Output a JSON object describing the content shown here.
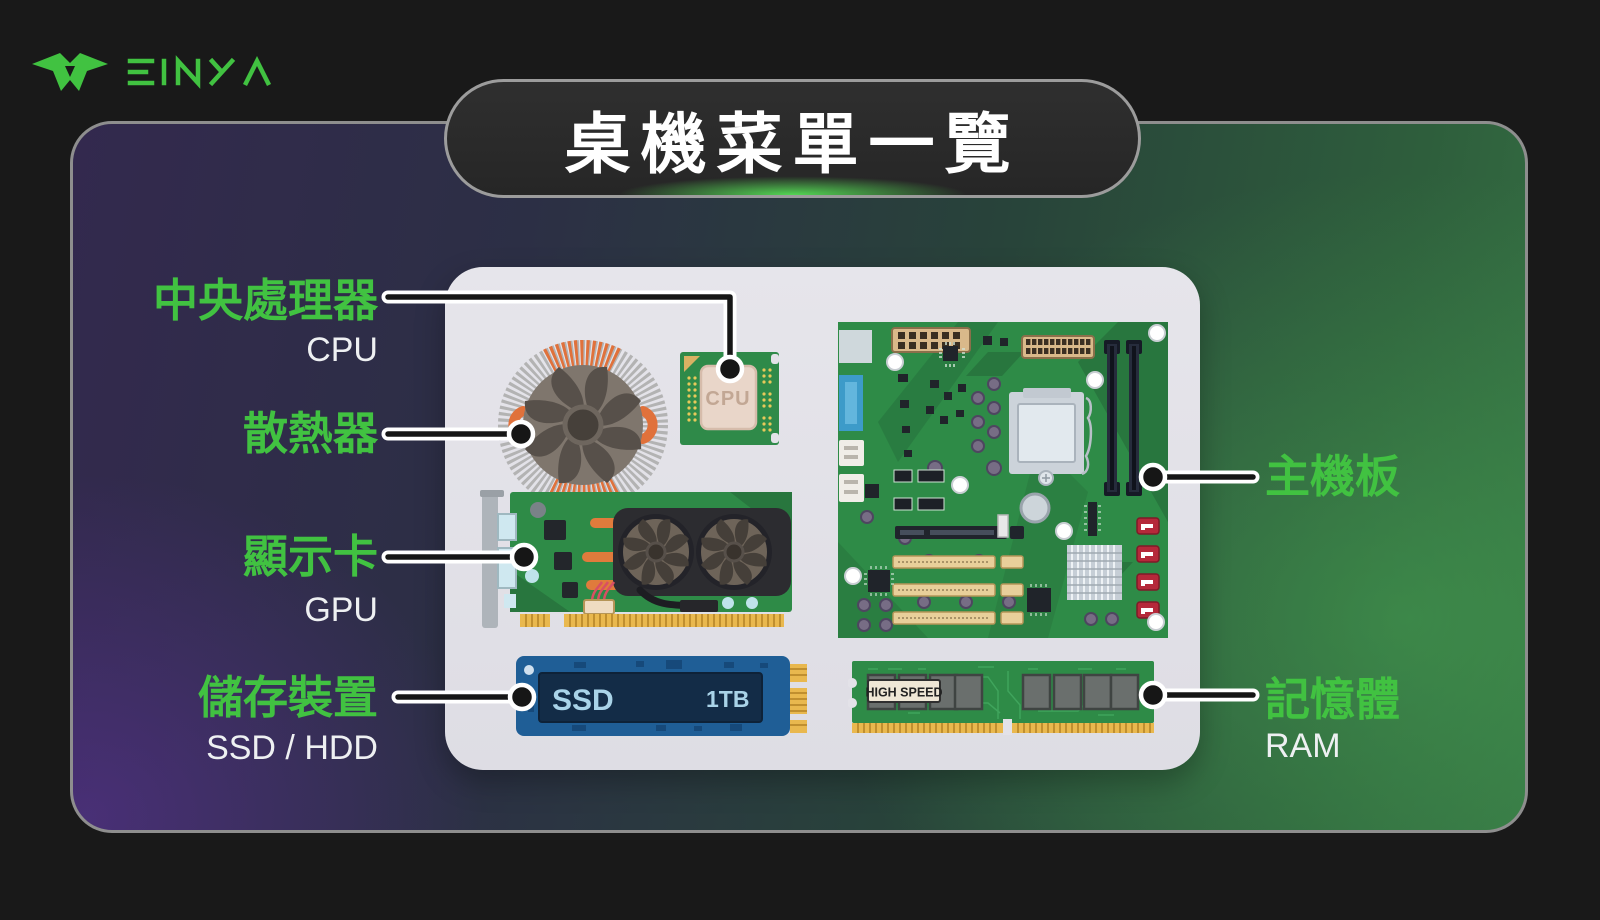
{
  "brand": {
    "name": "SINYA"
  },
  "title": "桌機菜單一覽",
  "callouts": {
    "left": [
      {
        "id": "cpu",
        "zh": "中央處理器",
        "en": "CPU"
      },
      {
        "id": "cooler",
        "zh": "散熱器",
        "en": ""
      },
      {
        "id": "gpu",
        "zh": "顯示卡",
        "en": "GPU"
      },
      {
        "id": "storage",
        "zh": "儲存裝置",
        "en": "SSD / HDD"
      }
    ],
    "right": [
      {
        "id": "motherboard",
        "zh": "主機板",
        "en": ""
      },
      {
        "id": "memory",
        "zh": "記憶體",
        "en": "RAM"
      }
    ]
  },
  "components": {
    "cpu_chip_text": "CPU",
    "ssd_label": "SSD",
    "ssd_capacity": "1TB",
    "ram_sticker": "HIGH SPEED"
  },
  "colors": {
    "accent_green": "#41c241",
    "sub_label": "#eef0f2",
    "panel_border": "#8e8e8e",
    "pcb_green": "#2e8b47",
    "gold": "#e9b84e",
    "ssd_blue": "#1f5e96",
    "cooler_orange": "#e0713b",
    "background": "#191919"
  }
}
